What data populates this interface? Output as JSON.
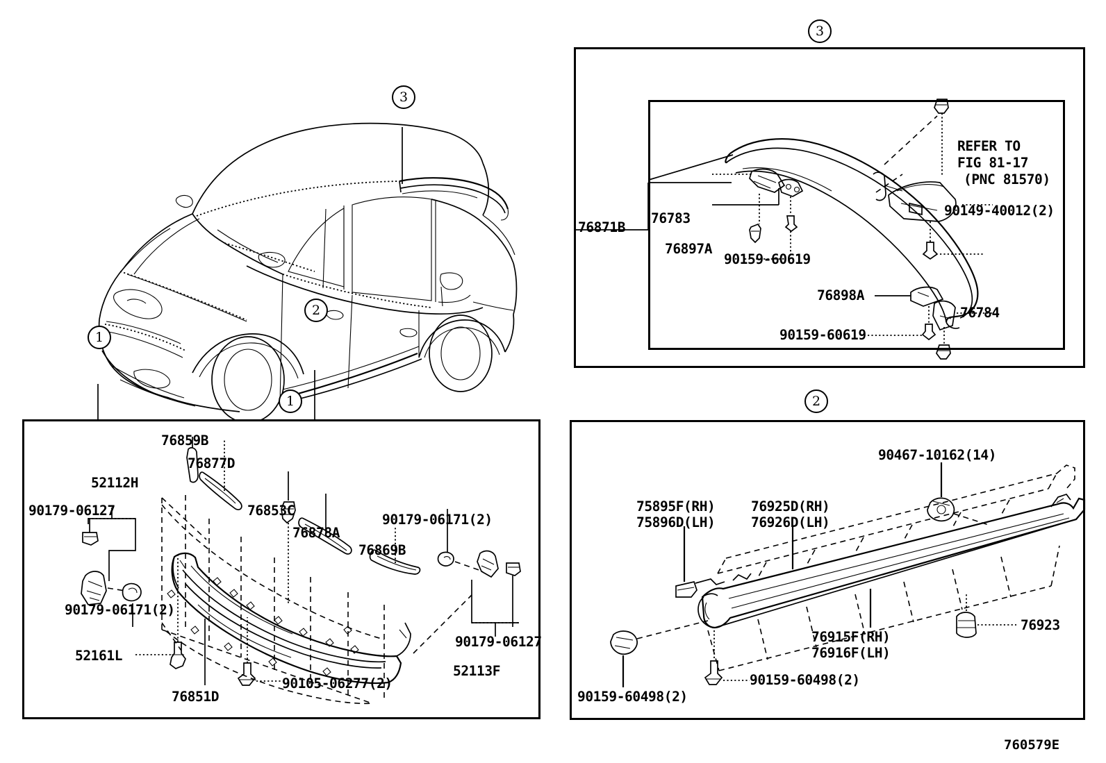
{
  "diagram": {
    "code": "760579E",
    "title": "Toyota Yaris/Vios body moulding exploded parts diagram"
  },
  "vehicle_view": {
    "name": "vehicle-overview",
    "callouts": [
      {
        "id": "1",
        "label": "1",
        "target": "front-bumper-spoiler"
      },
      {
        "id": "2",
        "label": "2",
        "target": "rocker-panel-moulding"
      },
      {
        "id": "3",
        "label": "3",
        "target": "rear-spoiler"
      }
    ]
  },
  "panels": [
    {
      "id": "panel-3",
      "number": "3",
      "name": "rear-spoiler-assembly",
      "labels": [
        {
          "text": "76783",
          "name": "part-76783"
        },
        {
          "text": "76897A",
          "name": "part-76897A"
        },
        {
          "text": "76871B",
          "name": "part-76871B"
        },
        {
          "text": "90159-60619",
          "name": "part-90159-60619-upper"
        },
        {
          "text": "90149-40012(2)",
          "name": "part-90149-40012"
        },
        {
          "text": "76898A",
          "name": "part-76898A"
        },
        {
          "text": "76784",
          "name": "part-76784"
        },
        {
          "text": "90159-60619",
          "name": "part-90159-60619-lower"
        }
      ],
      "note": {
        "name": "refer-to-note",
        "line1": "REFER TO",
        "line2": "FIG 81-17",
        "line3": "(PNC 81570)"
      }
    },
    {
      "id": "panel-1",
      "number": "1",
      "name": "front-bumper-spoiler-assembly",
      "labels": [
        {
          "text": "76859B",
          "name": "part-76859B"
        },
        {
          "text": "76877D",
          "name": "part-76877D"
        },
        {
          "text": "76853C",
          "name": "part-76853C"
        },
        {
          "text": "76878A",
          "name": "part-76878A"
        },
        {
          "text": "76869B",
          "name": "part-76869B"
        },
        {
          "text": "52112H",
          "name": "part-52112H"
        },
        {
          "text": "90179-06127",
          "name": "part-90179-06127-left"
        },
        {
          "text": "90179-06171(2)",
          "name": "part-90179-06171-left"
        },
        {
          "text": "90179-06171(2)",
          "name": "part-90179-06171-right"
        },
        {
          "text": "90179-06127",
          "name": "part-90179-06127-right"
        },
        {
          "text": "52113F",
          "name": "part-52113F"
        },
        {
          "text": "52161L",
          "name": "part-52161L"
        },
        {
          "text": "76851D",
          "name": "part-76851D"
        },
        {
          "text": "90105-06277(2)",
          "name": "part-90105-06277"
        }
      ]
    },
    {
      "id": "panel-2",
      "number": "2",
      "name": "rocker-panel-moulding-assembly",
      "labels": [
        {
          "text": "90467-10162(14)",
          "name": "part-90467-10162"
        },
        {
          "text": "75895F(RH)",
          "name": "part-75895F-rh"
        },
        {
          "text": "75896D(LH)",
          "name": "part-75896D-lh"
        },
        {
          "text": "76925D(RH)",
          "name": "part-76925D-rh"
        },
        {
          "text": "76926D(LH)",
          "name": "part-76926D-lh"
        },
        {
          "text": "76923",
          "name": "part-76923"
        },
        {
          "text": "76915F(RH)",
          "name": "part-76915F-rh"
        },
        {
          "text": "76916F(LH)",
          "name": "part-76916F-lh"
        },
        {
          "text": "90159-60498(2)",
          "name": "part-90159-60498-left"
        },
        {
          "text": "90159-60498(2)",
          "name": "part-90159-60498-mid"
        }
      ]
    }
  ],
  "colors": {
    "line": "#000000",
    "background": "#ffffff"
  }
}
